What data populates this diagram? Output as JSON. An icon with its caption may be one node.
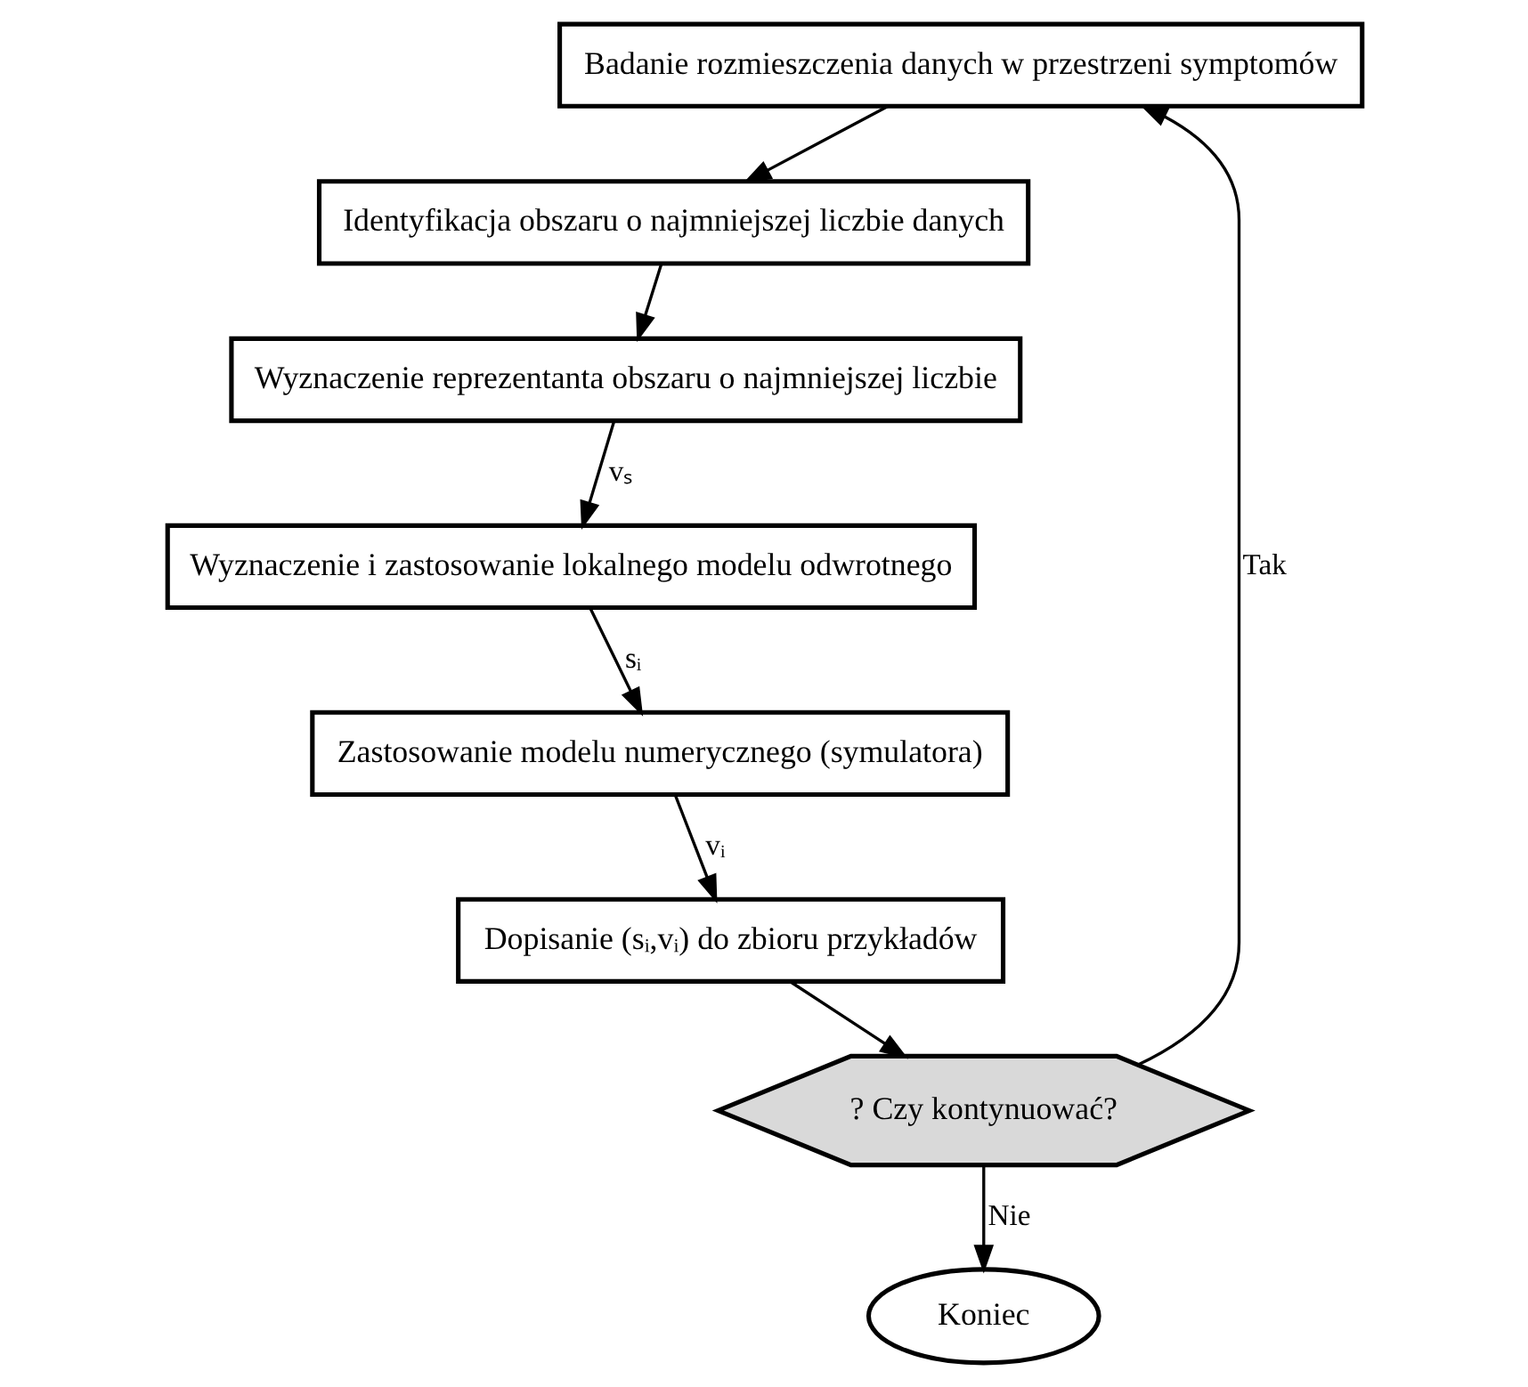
{
  "diagram": {
    "nodes": [
      {
        "text": [
          "Badanie rozmieszczenia danych w przestrzeni symptomów"
        ]
      },
      {
        "text": [
          "Identyfikacja obszaru o najmniejszej liczbie danych"
        ]
      },
      {
        "text": [
          "Wyznaczenie reprezentanta obszaru o najmniejszej liczbie"
        ]
      },
      {
        "text": [
          "Wyznaczenie i zastosowanie lokalnego modelu odwrotnego"
        ]
      },
      {
        "text": [
          "Zastosowanie modelu numerycznego (symulatora)"
        ]
      },
      {
        "text": [
          "Dopisanie (sᵢ,vᵢ) do zbioru przykładów"
        ]
      },
      {
        "text": [
          "? Czy kontynuować?"
        ]
      },
      {
        "text": [
          "Koniec"
        ]
      }
    ],
    "edges": [
      {
        "from": 0,
        "to": 1,
        "arrow": "to"
      },
      {
        "from": 1,
        "to": 2,
        "arrow": "to"
      },
      {
        "from": 2,
        "to": 3,
        "arrow": "to",
        "label": "vₛ"
      },
      {
        "from": 3,
        "to": 4,
        "arrow": "to",
        "label": "sᵢ"
      },
      {
        "from": 4,
        "to": 5,
        "arrow": "to",
        "label": "vᵢ"
      },
      {
        "from": 5,
        "to": 6,
        "arrow": "to"
      },
      {
        "from": 6,
        "to": 0,
        "arrow": "to",
        "label": "Tak"
      },
      {
        "from": 6,
        "to": 7,
        "arrow": "to",
        "label": "Nie"
      }
    ]
  }
}
